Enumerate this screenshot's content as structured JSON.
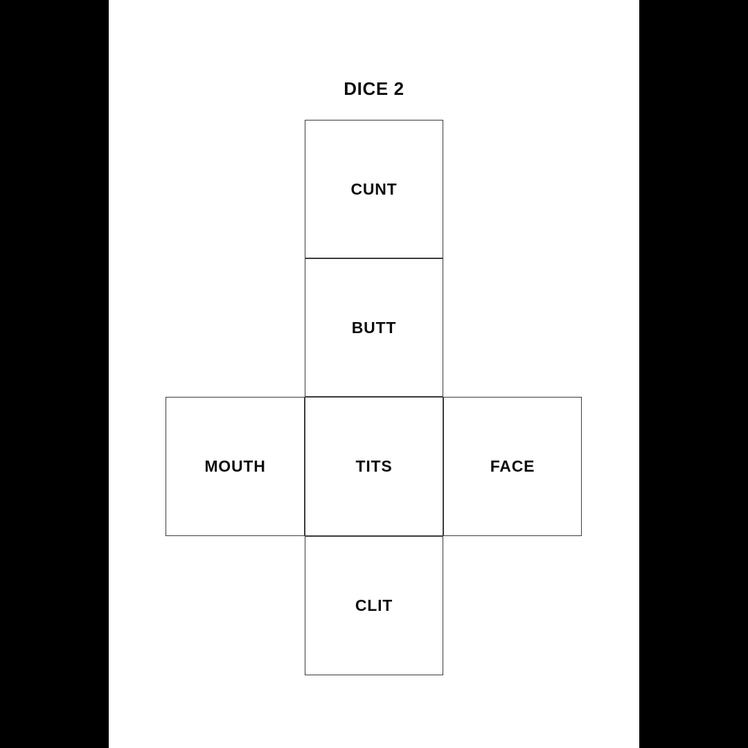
{
  "page": {
    "title": "DICE 2",
    "background_color": "#000000",
    "paper_color": "#ffffff",
    "line_color": "#3a3a3a",
    "text_color": "#0d0d0d"
  },
  "dice_net": {
    "shape": "cross",
    "cells": [
      {
        "id": "cunt",
        "label": "CUNT",
        "position": "top"
      },
      {
        "id": "butt",
        "label": "BUTT",
        "position": "upper-middle"
      },
      {
        "id": "mouth",
        "label": "MOUTH",
        "position": "middle-left"
      },
      {
        "id": "tits",
        "label": "TITS",
        "position": "middle-center"
      },
      {
        "id": "face",
        "label": "FACE",
        "position": "middle-right"
      },
      {
        "id": "clit",
        "label": "CLIT",
        "position": "bottom"
      }
    ]
  }
}
